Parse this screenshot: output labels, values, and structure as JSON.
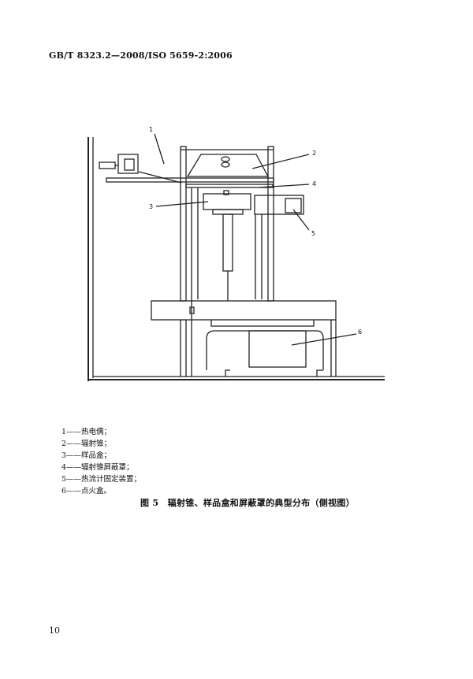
{
  "header": {
    "standard": "GB/T 8323.2—2008/ISO 5659-2:2006"
  },
  "figure": {
    "callouts": [
      "1",
      "2",
      "3",
      "4",
      "5",
      "6"
    ]
  },
  "legend": {
    "items": [
      "1——热电偶；",
      "2——辐射锥；",
      "3——样品盒；",
      "4——辐射锥屏蔽罩；",
      "5——热流计固定装置；",
      "6——点火盒。"
    ]
  },
  "caption": "图 5　辐射锥、样品盒和屏蔽罩的典型分布（侧视图）",
  "page_number": "10"
}
